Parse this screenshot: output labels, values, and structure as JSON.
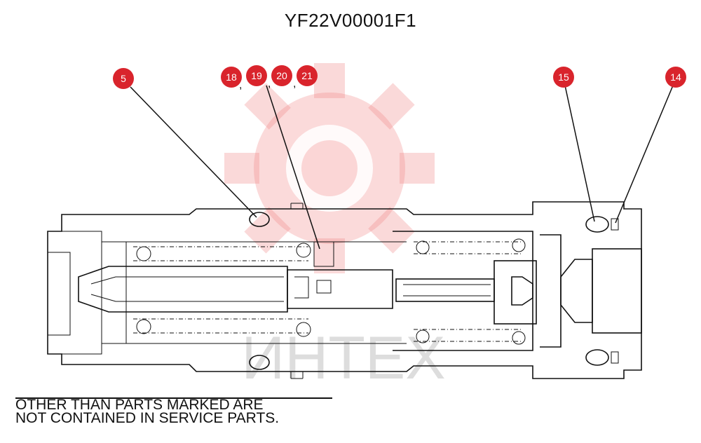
{
  "title": "YF22V00001F1",
  "watermark": {
    "text": "ИНТЕХ",
    "color": "#f07a7a"
  },
  "callout_color": "#d9242c",
  "callouts": [
    "5",
    "18",
    "19",
    "20",
    "21",
    "15",
    "14"
  ],
  "callout_separators": [
    ",",
    ",",
    ","
  ],
  "note": {
    "line1": "OTHER THAN PARTS MARKED ARE",
    "line2": "NOT CONTAINED IN SERVICE PARTS."
  }
}
